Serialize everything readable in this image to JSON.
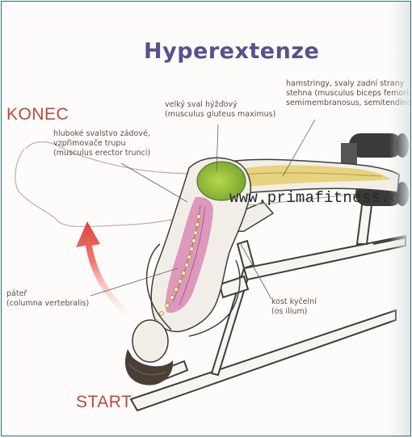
{
  "title": "Hyperextenze",
  "stage_end": "KONEC",
  "stage_start": "START",
  "watermark": "www.primafitness.cz",
  "labels": {
    "erector": [
      "hluboké svalstvo zádové,",
      "vzpřimovače trupu",
      "(musculus erector trunci)"
    ],
    "gluteus": [
      "velký sval hýžďový",
      "(musculus gluteus maximus)"
    ],
    "hamstrings": [
      "hamstringy, svaly zadní strany",
      "stehna (musculus biceps femoris,",
      "semimembranosus, semitendinosus)"
    ],
    "spine": [
      "páteř",
      "(columna vertebralis)"
    ],
    "ilium": [
      "kost kyčelní",
      "(os ilium)"
    ]
  },
  "colors": {
    "title": "#5a4f8e",
    "stage": "#b84a3e",
    "arrow": "#e0413f",
    "gluteus": "#9bc23c",
    "hamstrings": "#e3cf74",
    "erector": "#d98fb6",
    "spine": "#e8d24a"
  }
}
